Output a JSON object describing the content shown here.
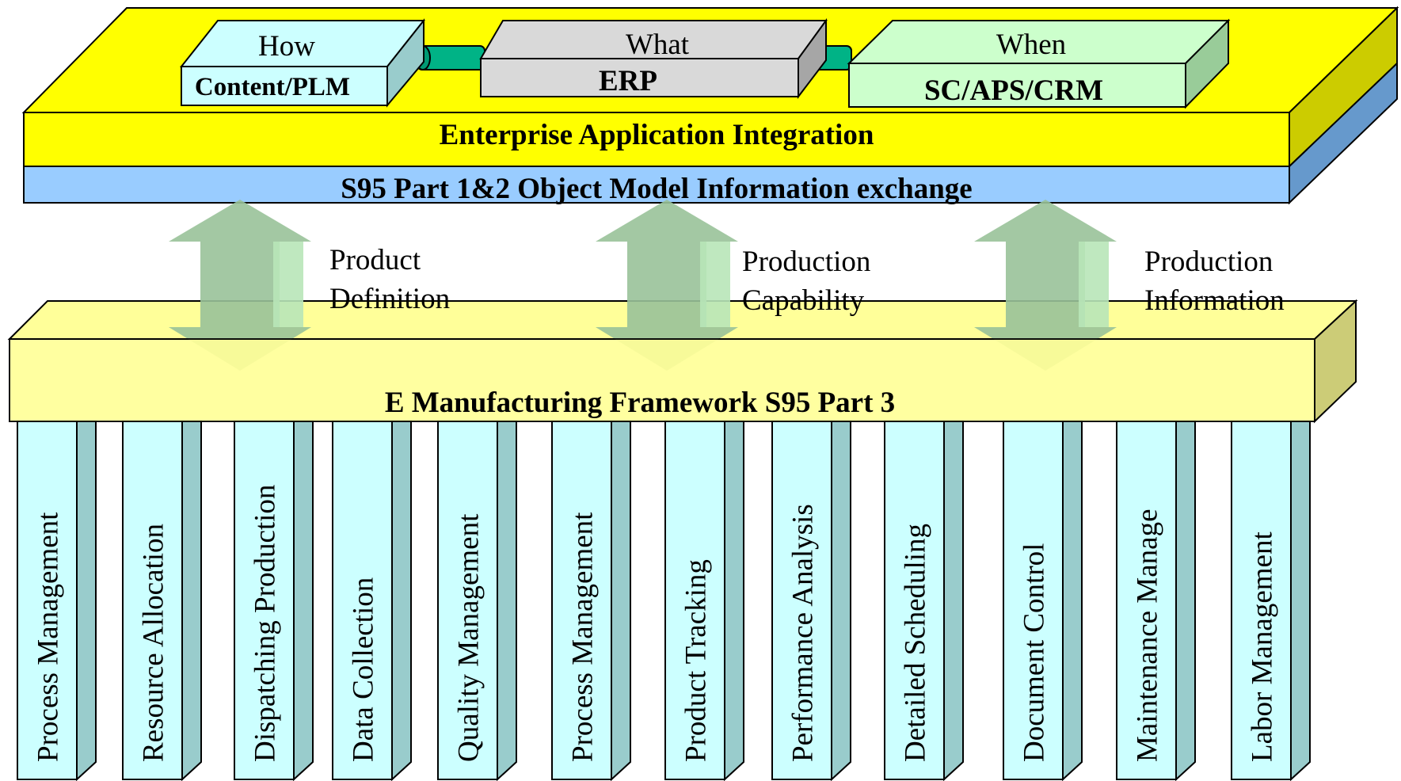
{
  "top_boxes": [
    {
      "top": "How",
      "bottom": "Content/PLM"
    },
    {
      "top": "What",
      "bottom": "ERP"
    },
    {
      "top": "When",
      "bottom": "SC/APS/CRM"
    }
  ],
  "eai_label": "Enterprise Application Integration",
  "s95_label": "S95 Part 1&2 Object Model Information exchange",
  "arrows": [
    {
      "line1": "Product",
      "line2": "Definition"
    },
    {
      "line1": "Production",
      "line2": "Capability"
    },
    {
      "line1": "Production",
      "line2": "Information"
    }
  ],
  "framework_label": "E Manufacturing Framework S95 Part 3",
  "pillars": [
    "Process Management",
    "Resource Allocation",
    "Dispatching Production",
    "Data Collection",
    "Quality Management",
    "Process Management",
    "Product Tracking",
    "Performance Analysis",
    "Detailed Scheduling",
    "Document Control",
    "Maintenance Manage",
    "Labor Management"
  ],
  "colors": {
    "eai_yellow": "#ffff00",
    "s95_blue": "#99ccff",
    "framework_yellow": "#ffff99",
    "pillar_cyan": "#ccffff",
    "arrow_green": "#99c299",
    "connector_teal": "#00b386"
  }
}
